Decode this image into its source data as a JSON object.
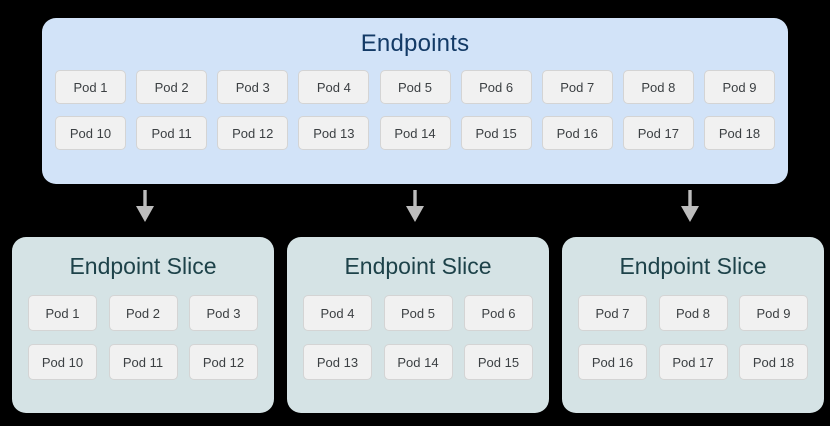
{
  "diagram": {
    "background_color": "#000000",
    "endpoints": {
      "title": "Endpoints",
      "panel_color": "#d2e3f8",
      "title_color": "#133a66",
      "rows": [
        [
          "Pod 1",
          "Pod 2",
          "Pod 3",
          "Pod 4",
          "Pod 5",
          "Pod 6",
          "Pod 7",
          "Pod 8",
          "Pod 9"
        ],
        [
          "Pod 10",
          "Pod 11",
          "Pod 12",
          "Pod 13",
          "Pod 14",
          "Pod 15",
          "Pod 16",
          "Pod 17",
          "Pod 18"
        ]
      ]
    },
    "arrows": {
      "color": "#bdbdbd",
      "direction": "down",
      "count": 3
    },
    "slices": [
      {
        "title": "Endpoint Slice",
        "panel_color": "#d5e3e5",
        "title_color": "#1d4249",
        "rows": [
          [
            "Pod 1",
            "Pod 2",
            "Pod 3"
          ],
          [
            "Pod 10",
            "Pod 11",
            "Pod 12"
          ]
        ]
      },
      {
        "title": "Endpoint Slice",
        "panel_color": "#d5e3e5",
        "title_color": "#1d4249",
        "rows": [
          [
            "Pod 4",
            "Pod 5",
            "Pod 6"
          ],
          [
            "Pod 13",
            "Pod 14",
            "Pod 15"
          ]
        ]
      },
      {
        "title": "Endpoint Slice",
        "panel_color": "#d5e3e5",
        "title_color": "#1d4249",
        "rows": [
          [
            "Pod 7",
            "Pod 8",
            "Pod 9"
          ],
          [
            "Pod 16",
            "Pod 17",
            "Pod 18"
          ]
        ]
      }
    ],
    "pod_chip": {
      "fill": "#f1f1f1",
      "border": "#d4d4d4",
      "text_color": "#3c4043"
    }
  }
}
